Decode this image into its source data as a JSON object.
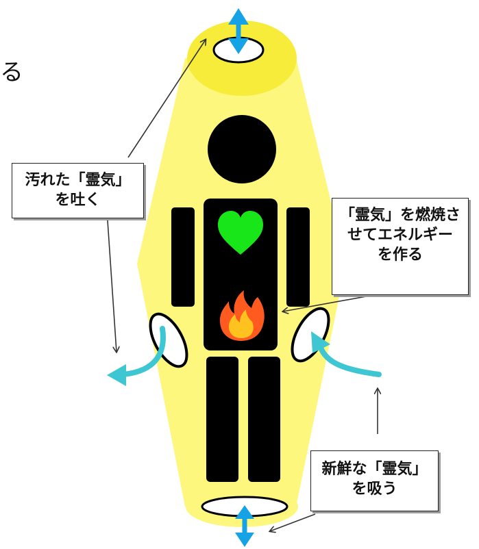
{
  "edge_text": "る",
  "labels": {
    "exhale": {
      "line1": "汚れた「霊気」",
      "line2": "を吐く"
    },
    "burn": {
      "line1": "「霊気」を燃焼さ",
      "line2": "せてエネルギー",
      "line3": "を作る"
    },
    "inhale": {
      "line1": "新鮮な「霊気」",
      "line2": "を吸う"
    }
  },
  "colors": {
    "aura": "#fdf77e",
    "aura_edge": "#f7ec3a",
    "body": "#000000",
    "heart": "#19e619",
    "flame_outer": "#ff5a1f",
    "flame_inner": "#ffc21e",
    "flow_arrow": "#3ec6d3",
    "vent_arrow": "#15a3e6",
    "pointer": "#333333"
  },
  "icons": {
    "heart": "heart-icon",
    "flame": "flame-icon"
  }
}
